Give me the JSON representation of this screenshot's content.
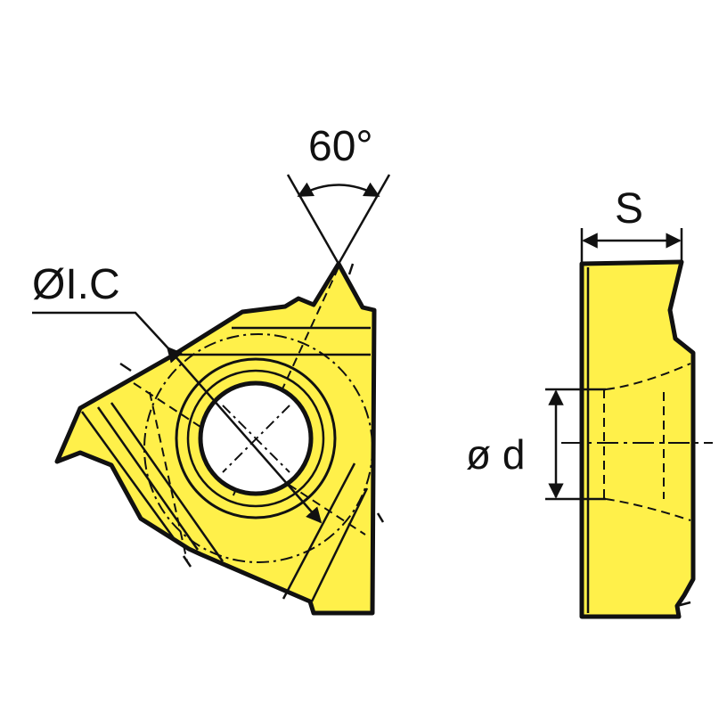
{
  "labels": {
    "angle": "60°",
    "inscribed_circle": "ØI.C",
    "thickness": "S",
    "hole_diameter": "ø d"
  },
  "colors": {
    "insert_fill": "#FFF04A",
    "outline": "#111111",
    "background": "#FFFFFF"
  }
}
